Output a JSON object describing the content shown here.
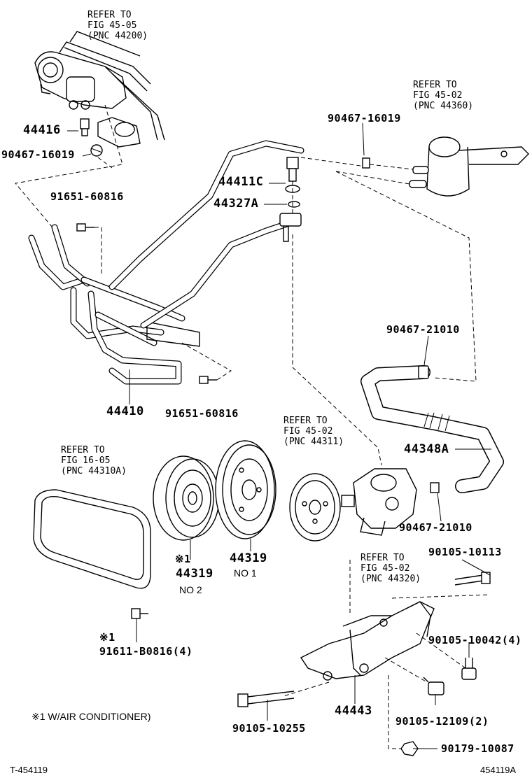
{
  "diagram": {
    "refs": {
      "steering_gear": "REFER TO\nFIG 45-05\n(PNC 44200)",
      "reservoir": "REFER TO\nFIG 45-02\n(PNC 44360)",
      "v_belt": "REFER TO\nFIG 16-05\n(PNC 44310A)",
      "pump_pulley": "REFER TO\nFIG 45-02\n(PNC 44311)",
      "vane_pump": "REFER TO\nFIG 45-02\n(PNC 44320)"
    },
    "parts": {
      "p44416": "44416",
      "clip_gear": "90467-16019",
      "clip_reservoir": "90467-16019",
      "p44411C": "44411C",
      "p44327A": "44327A",
      "bolt_upper": "91651-60816",
      "bolt_lower": "91651-60816",
      "p44410": "44410",
      "clip_hose_top": "90467-21010",
      "p44348A": "44348A",
      "clip_hose_bottom": "90467-21010",
      "pulley_no1": "44319",
      "pulley_no1_sub": "NO 1",
      "pulley_no2_mark": "※1",
      "pulley_no2": "44319",
      "pulley_no2_sub": "NO 2",
      "bolt_pulley_mark": "※1",
      "bolt_pulley": "91611-B0816(4)",
      "bolt_90105_10113": "90105-10113",
      "bolt_90105_10042": "90105-10042(4)",
      "bolt_90105_12109": "90105-12109(2)",
      "bolt_90105_10255": "90105-10255",
      "bracket": "44443",
      "nut": "90179-10087"
    },
    "note": "※1 W/AIR CONDITIONER)",
    "footer_left": "T-454119",
    "footer_right": "454119A"
  }
}
